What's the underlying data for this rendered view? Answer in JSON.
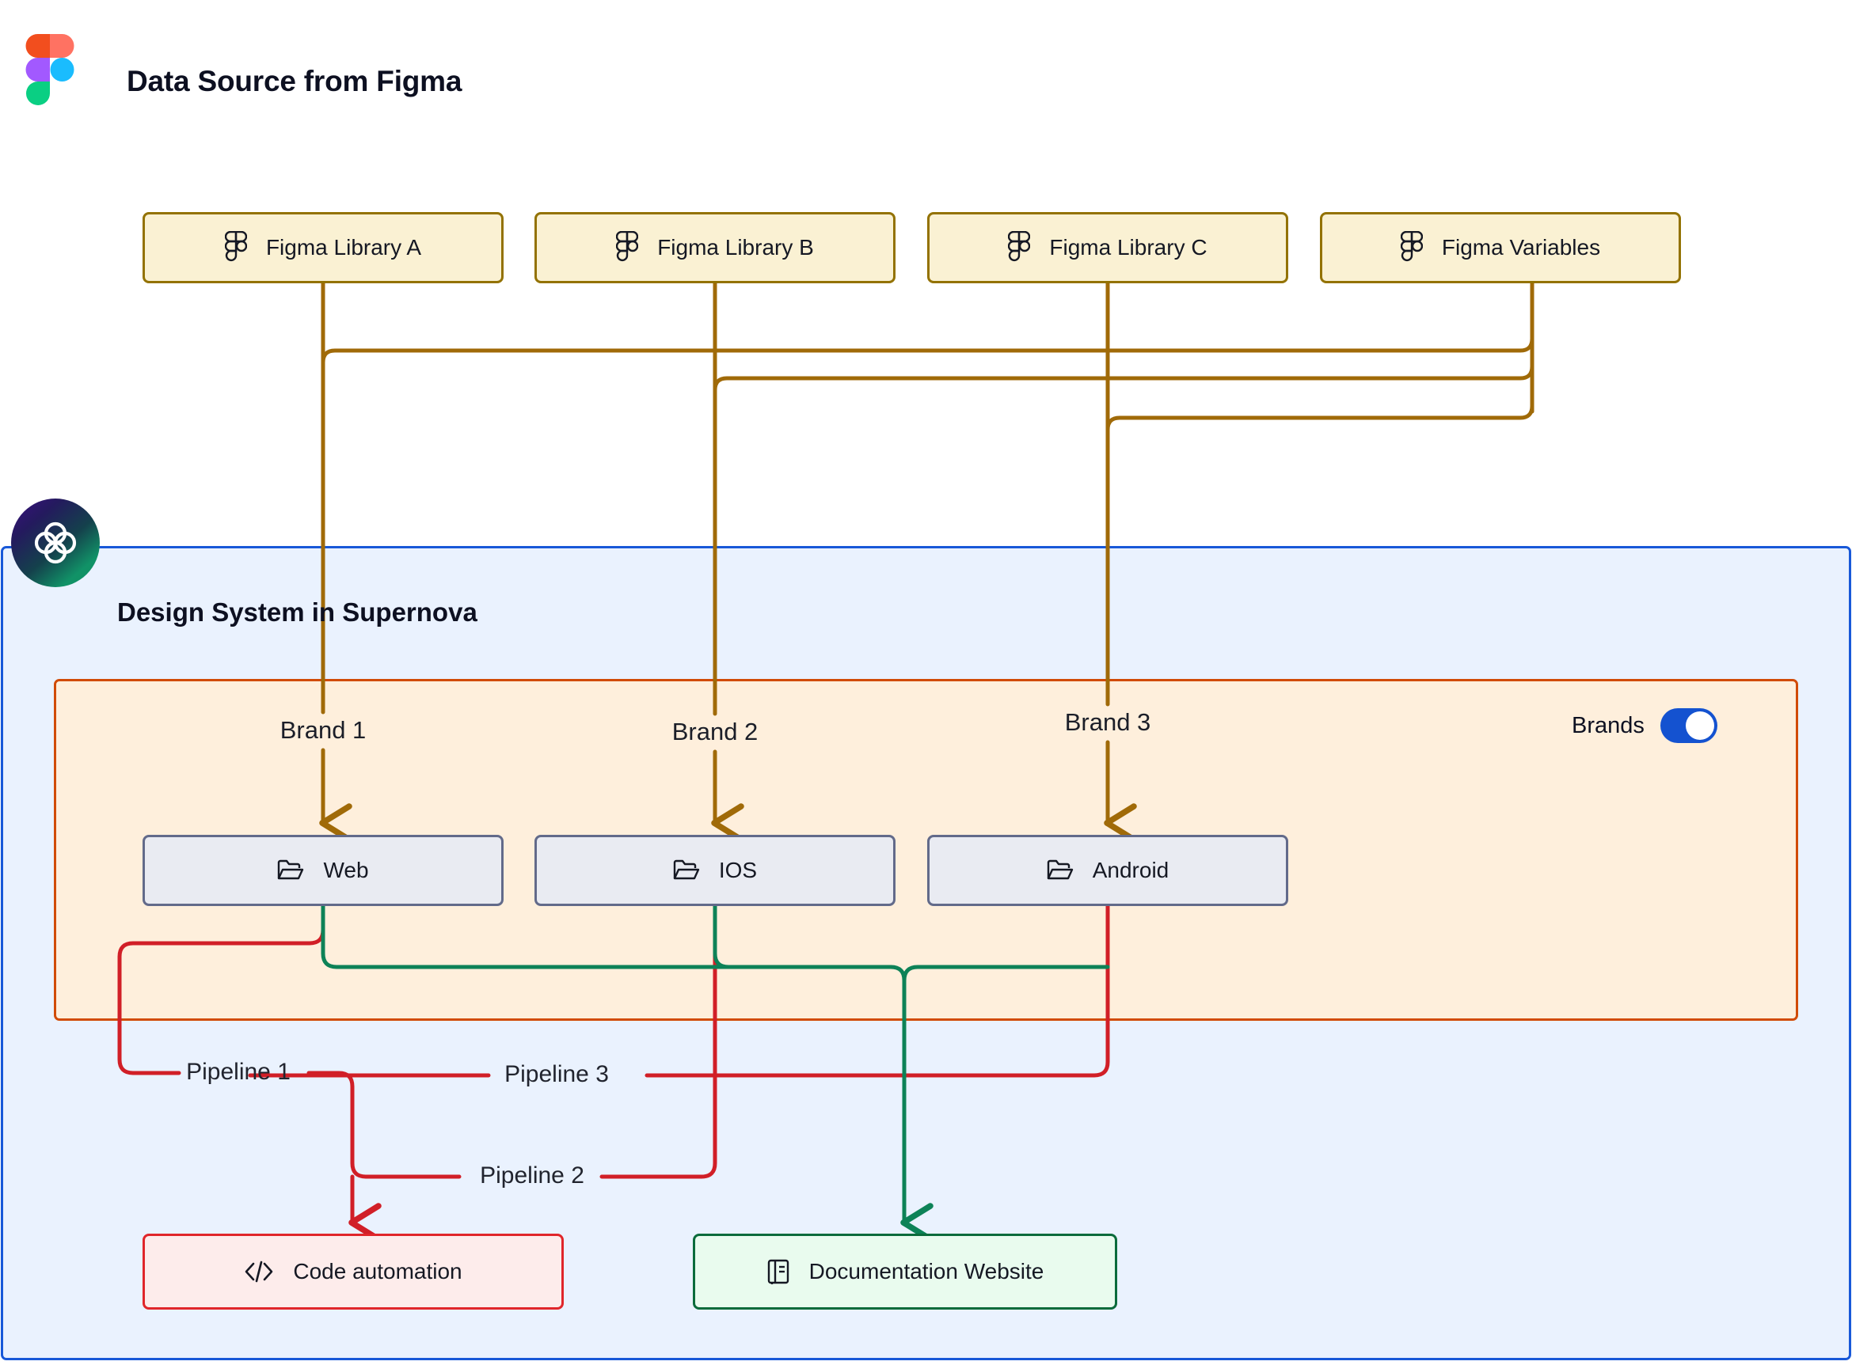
{
  "header": {
    "title": "Data Source from Figma",
    "logo_icon": "figma-logo-icon"
  },
  "supernova": {
    "title": "Design System in Supernova",
    "logo_icon": "supernova-logo-icon"
  },
  "brands_panel": {
    "toggle_label": "Brands",
    "toggle_state": "on"
  },
  "sources": [
    {
      "label": "Figma Library A",
      "icon": "figma-icon"
    },
    {
      "label": "Figma Library B",
      "icon": "figma-icon"
    },
    {
      "label": "Figma Library C",
      "icon": "figma-icon"
    },
    {
      "label": "Figma Variables",
      "icon": "figma-icon"
    }
  ],
  "brands": [
    {
      "label": "Brand 1"
    },
    {
      "label": "Brand 2"
    },
    {
      "label": "Brand 3"
    }
  ],
  "platforms": [
    {
      "label": "Web",
      "icon": "folder-open-icon"
    },
    {
      "label": "IOS",
      "icon": "folder-open-icon"
    },
    {
      "label": "Android",
      "icon": "folder-open-icon"
    }
  ],
  "pipelines": [
    {
      "label": "Pipeline 1"
    },
    {
      "label": "Pipeline 2"
    },
    {
      "label": "Pipeline 3"
    }
  ],
  "outputs": [
    {
      "label": "Code automation",
      "icon": "code-brackets-icon"
    },
    {
      "label": "Documentation Website",
      "icon": "book-icon"
    }
  ],
  "colors": {
    "source_fill": "#faf1d3",
    "source_border": "#937202",
    "source_wire": "#a06a08",
    "panel_blue_fill": "#eaf2fe",
    "panel_blue_border": "#1858d8",
    "panel_orange_fill": "#feefdc",
    "panel_orange_border": "#d14b06",
    "platform_fill": "#e9ebf2",
    "platform_border": "#626a8a",
    "code_fill": "#fdeceb",
    "code_border": "#e0262a",
    "code_wire": "#d11f27",
    "docs_fill": "#e9fbee",
    "docs_border": "#0b6b3b",
    "docs_wire": "#0d8257",
    "toggle_on": "#1452d0"
  }
}
